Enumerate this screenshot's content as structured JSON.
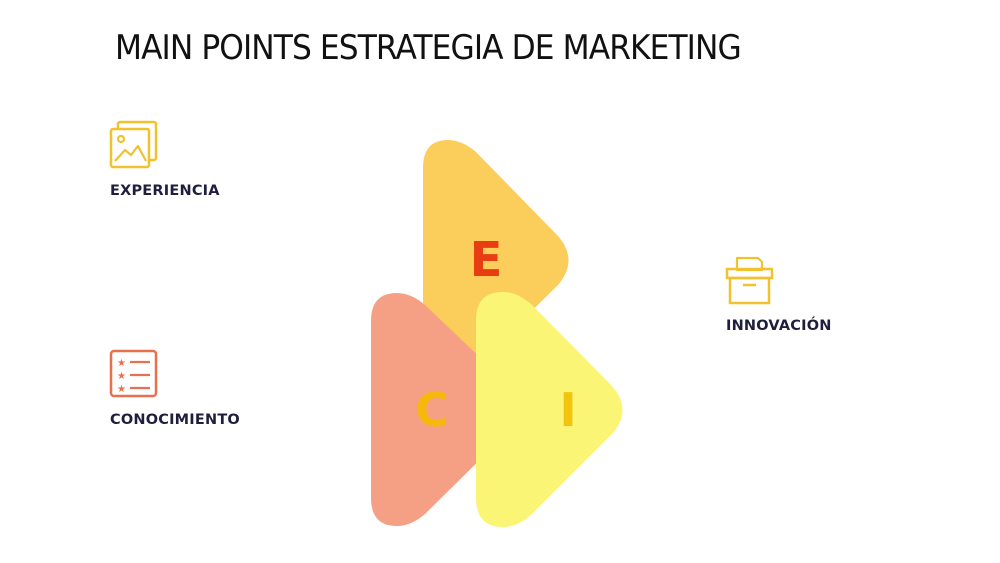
{
  "title": "MAIN POINTS ESTRATEGIA DE MARKETING",
  "items": [
    {
      "label": "EXPERIENCIA",
      "letter": "E",
      "icon": "image-gallery-icon"
    },
    {
      "label": "CONOCIMIENTO",
      "letter": "C",
      "icon": "star-list-icon"
    },
    {
      "label": "INNOVACIÓN",
      "letter": "I",
      "icon": "archive-box-icon"
    }
  ],
  "colors": {
    "experiencia_icon": "#f2c12e",
    "conocimiento_icon": "#e8704f",
    "innovacion_icon": "#f2c12e",
    "triangle_e": "#fbcd5a",
    "triangle_c": "#f5a085",
    "triangle_i": "#fbf575",
    "letter_e": "#e83d12",
    "letter_c": "#f7b80b",
    "letter_i": "#f2c40d",
    "label": "#1f1f3d"
  }
}
